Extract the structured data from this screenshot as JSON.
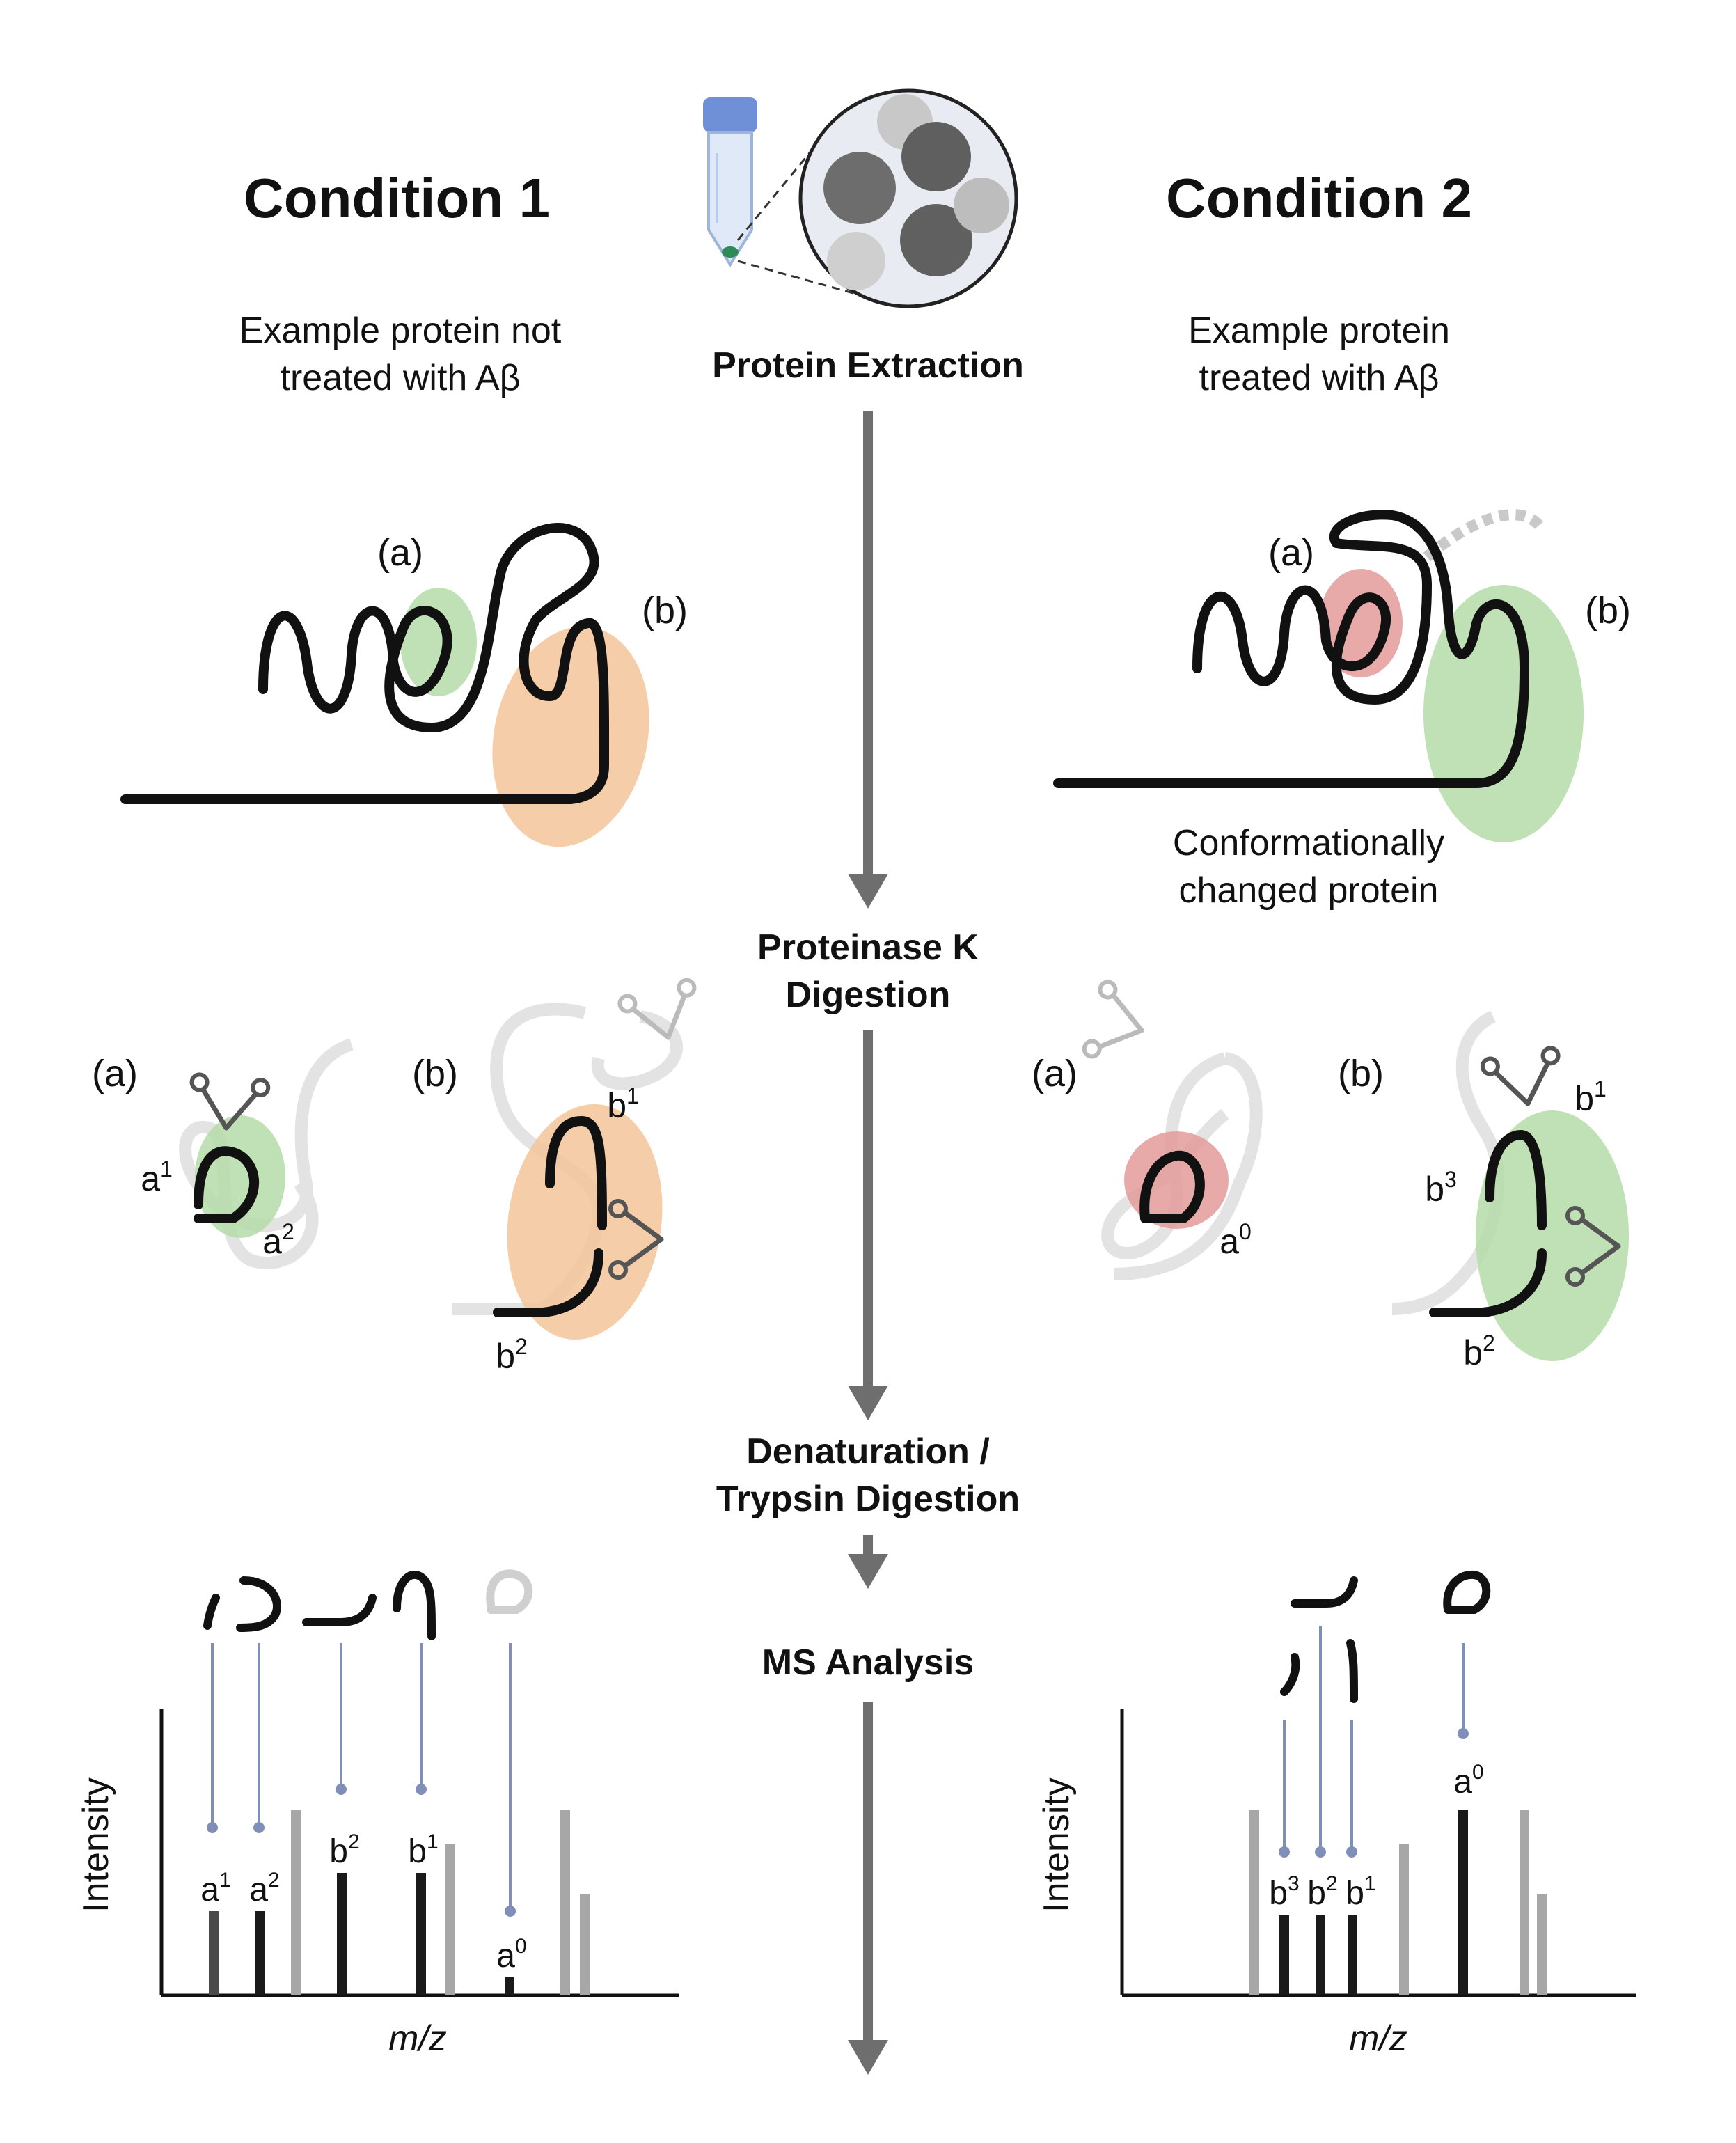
{
  "conditions": {
    "left": {
      "title": "Condition 1",
      "desc_line1": "Example protein not",
      "desc_line2": "treated with Aβ"
    },
    "right": {
      "title": "Condition 2",
      "desc_line1": "Example protein",
      "desc_line2": "treated with Aβ",
      "note_line1": "Conformationally",
      "note_line2": "changed protein"
    }
  },
  "steps": {
    "extraction": "Protein Extraction",
    "pk_line1": "Proteinase K",
    "pk_line2": "Digestion",
    "denat_line1": "Denaturation /",
    "denat_line2": "Trypsin Digestion",
    "ms": "MS Analysis"
  },
  "region_labels": {
    "a": "(a)",
    "b": "(b)"
  },
  "peptides": {
    "a0": "a",
    "a0_sup": "0",
    "a1": "a",
    "a1_sup": "1",
    "a2": "a",
    "a2_sup": "2",
    "b1": "b",
    "b1_sup": "1",
    "b2": "b",
    "b2_sup": "2",
    "b3": "b",
    "b3_sup": "3"
  },
  "axes": {
    "ylabel": "Intensity",
    "xlabel": "m/z"
  },
  "colors": {
    "green_region": "#b5dca8",
    "orange_region": "#f4c49a",
    "red_region": "#e49a9a",
    "flow_arrow": "#6e6e6e",
    "grey_bar": "#a7a7a7",
    "black_bar": "#1a1a1a",
    "leader_line": "#7f8fb8"
  },
  "icons": [
    "falcon-tube-icon",
    "protein-aggregate-icon",
    "scissors-icon"
  ]
}
